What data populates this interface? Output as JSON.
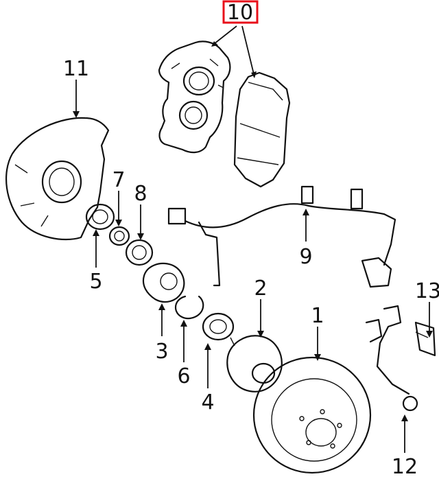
{
  "callouts": [
    {
      "id": "10",
      "text": "10",
      "highlighted": true
    },
    {
      "id": "11",
      "text": "11"
    },
    {
      "id": "7",
      "text": "7"
    },
    {
      "id": "8",
      "text": "8"
    },
    {
      "id": "5",
      "text": "5"
    },
    {
      "id": "9",
      "text": "9"
    },
    {
      "id": "2",
      "text": "2"
    },
    {
      "id": "1",
      "text": "1"
    },
    {
      "id": "13",
      "text": "13"
    },
    {
      "id": "3",
      "text": "3"
    },
    {
      "id": "6",
      "text": "6"
    },
    {
      "id": "4",
      "text": "4"
    },
    {
      "id": "12",
      "text": "12"
    }
  ],
  "highlight_color": "#e8101a"
}
